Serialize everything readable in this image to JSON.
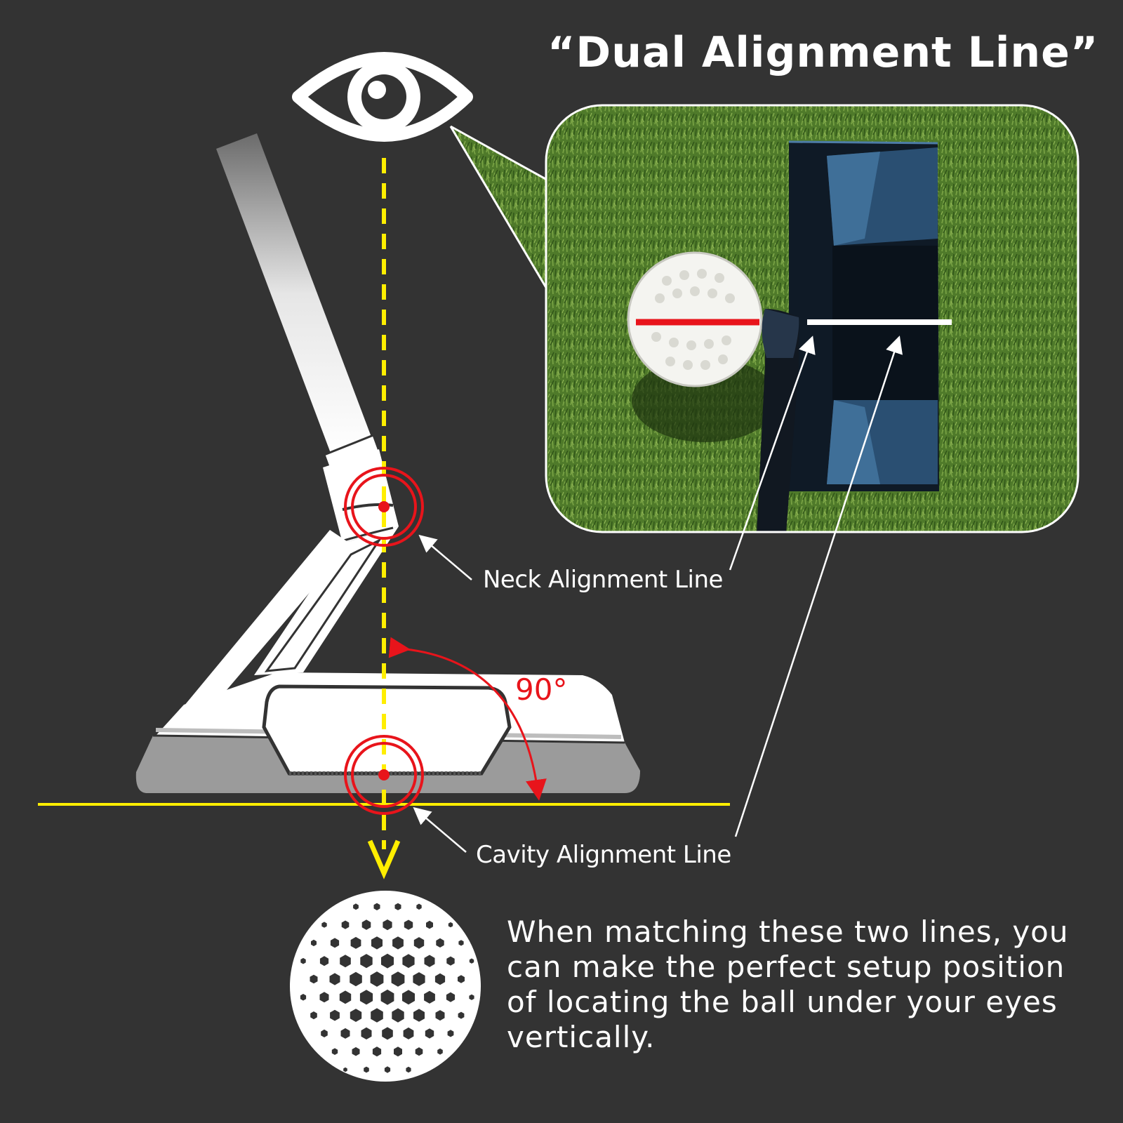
{
  "title": "“Dual Alignment Line”",
  "labels": {
    "neck": "Neck Alignment Line",
    "cavity": "Cavity Alignment Line",
    "angle": "90°"
  },
  "description": "When matching these two lines, you can make the perfect setup position of locating the ball under your eyes vertically.",
  "colors": {
    "background": "#333333",
    "guide_yellow": "#ffee00",
    "marker_red": "#e8141b",
    "grass": "#4f7a2a",
    "putter_blue": "#16283a",
    "white": "#ffffff"
  },
  "icons": [
    "eye-icon",
    "golf-ball-icon",
    "putter-illustration",
    "photo-inset"
  ]
}
